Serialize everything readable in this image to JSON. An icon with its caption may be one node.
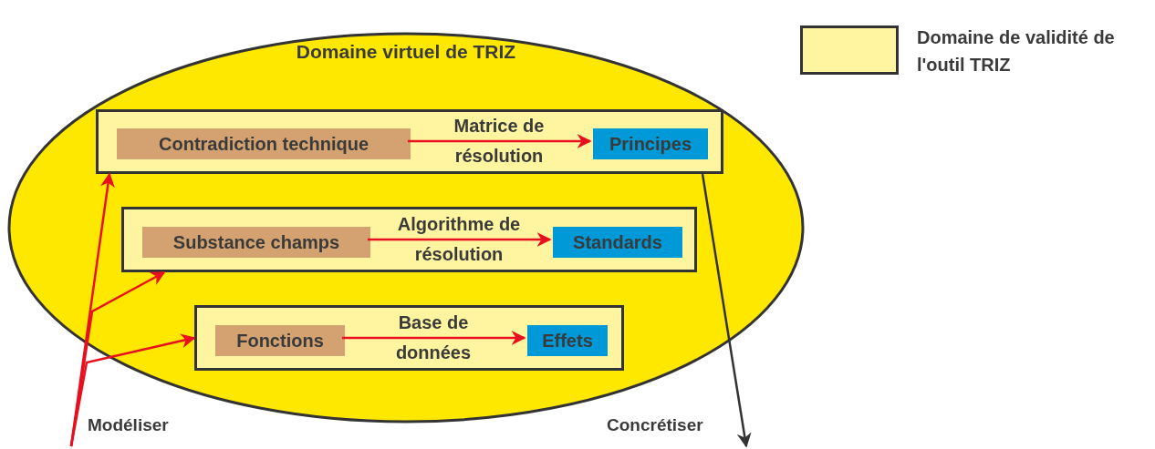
{
  "diagram": {
    "nodes": [
      {
        "text": [
          "Domaine virtuel de TRIZ"
        ]
      },
      {
        "text": [],
        "shape": "box",
        "in": 0
      },
      {
        "text": [
          "Contradiction technique"
        ],
        "in": 1
      },
      {
        "text": [
          "Principes"
        ],
        "in": 1
      },
      {
        "text": [],
        "shape": "box",
        "in": 0
      },
      {
        "text": [
          "Substance champs"
        ],
        "in": 4
      },
      {
        "text": [
          "Standards"
        ],
        "in": 4
      },
      {
        "text": [],
        "shape": "box",
        "in": 0
      },
      {
        "text": [
          "Fonctions"
        ],
        "in": 7
      },
      {
        "text": [
          "Effets"
        ],
        "in": 7
      }
    ],
    "edges": [
      {
        "from": 2,
        "to": 3,
        "arrow": "to",
        "label": "Matrice de résolution"
      },
      {
        "from": 5,
        "to": 6,
        "arrow": "to",
        "label": "Algorithme de résolution"
      },
      {
        "from": 8,
        "to": 9,
        "arrow": "to",
        "label": "Base de données"
      },
      {
        "from": null,
        "to": 1,
        "arrow": "to"
      },
      {
        "from": null,
        "to": 4,
        "arrow": "to"
      },
      {
        "from": null,
        "to": 7,
        "arrow": "to"
      },
      {
        "from": 1,
        "to": null,
        "arrow": "to",
        "color": "#333333"
      }
    ],
    "labels": [
      "Modéliser",
      "Concrétiser"
    ],
    "legend": [
      {
        "text": "Domaine de validité de l'outil TRIZ",
        "color": "#fff4a0"
      }
    ]
  }
}
